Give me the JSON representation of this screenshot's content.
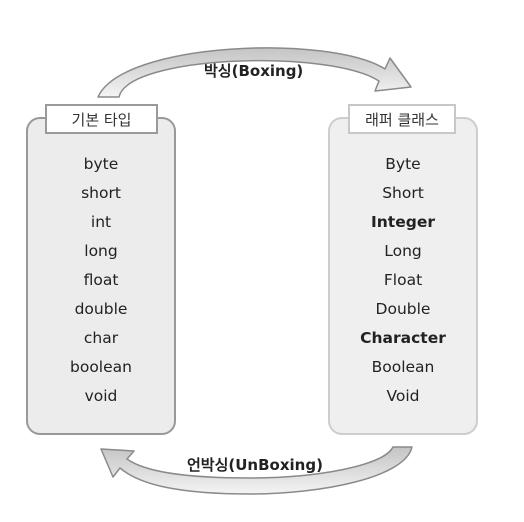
{
  "arrows": {
    "boxing_label": "박싱(Boxing)",
    "unboxing_label": "언박싱(UnBoxing)"
  },
  "primitive": {
    "title": "기본 타입",
    "types": [
      {
        "name": "byte",
        "bold": false
      },
      {
        "name": "short",
        "bold": false
      },
      {
        "name": "int",
        "bold": false
      },
      {
        "name": "long",
        "bold": false
      },
      {
        "name": "float",
        "bold": false
      },
      {
        "name": "double",
        "bold": false
      },
      {
        "name": "char",
        "bold": false
      },
      {
        "name": "boolean",
        "bold": false
      },
      {
        "name": "void",
        "bold": false
      }
    ]
  },
  "wrapper": {
    "title": "래퍼 클래스",
    "types": [
      {
        "name": "Byte",
        "bold": false
      },
      {
        "name": "Short",
        "bold": false
      },
      {
        "name": "Integer",
        "bold": true
      },
      {
        "name": "Long",
        "bold": false
      },
      {
        "name": "Float",
        "bold": false
      },
      {
        "name": "Double",
        "bold": false
      },
      {
        "name": "Character",
        "bold": true
      },
      {
        "name": "Boolean",
        "bold": false
      },
      {
        "name": "Void",
        "bold": false
      }
    ]
  }
}
